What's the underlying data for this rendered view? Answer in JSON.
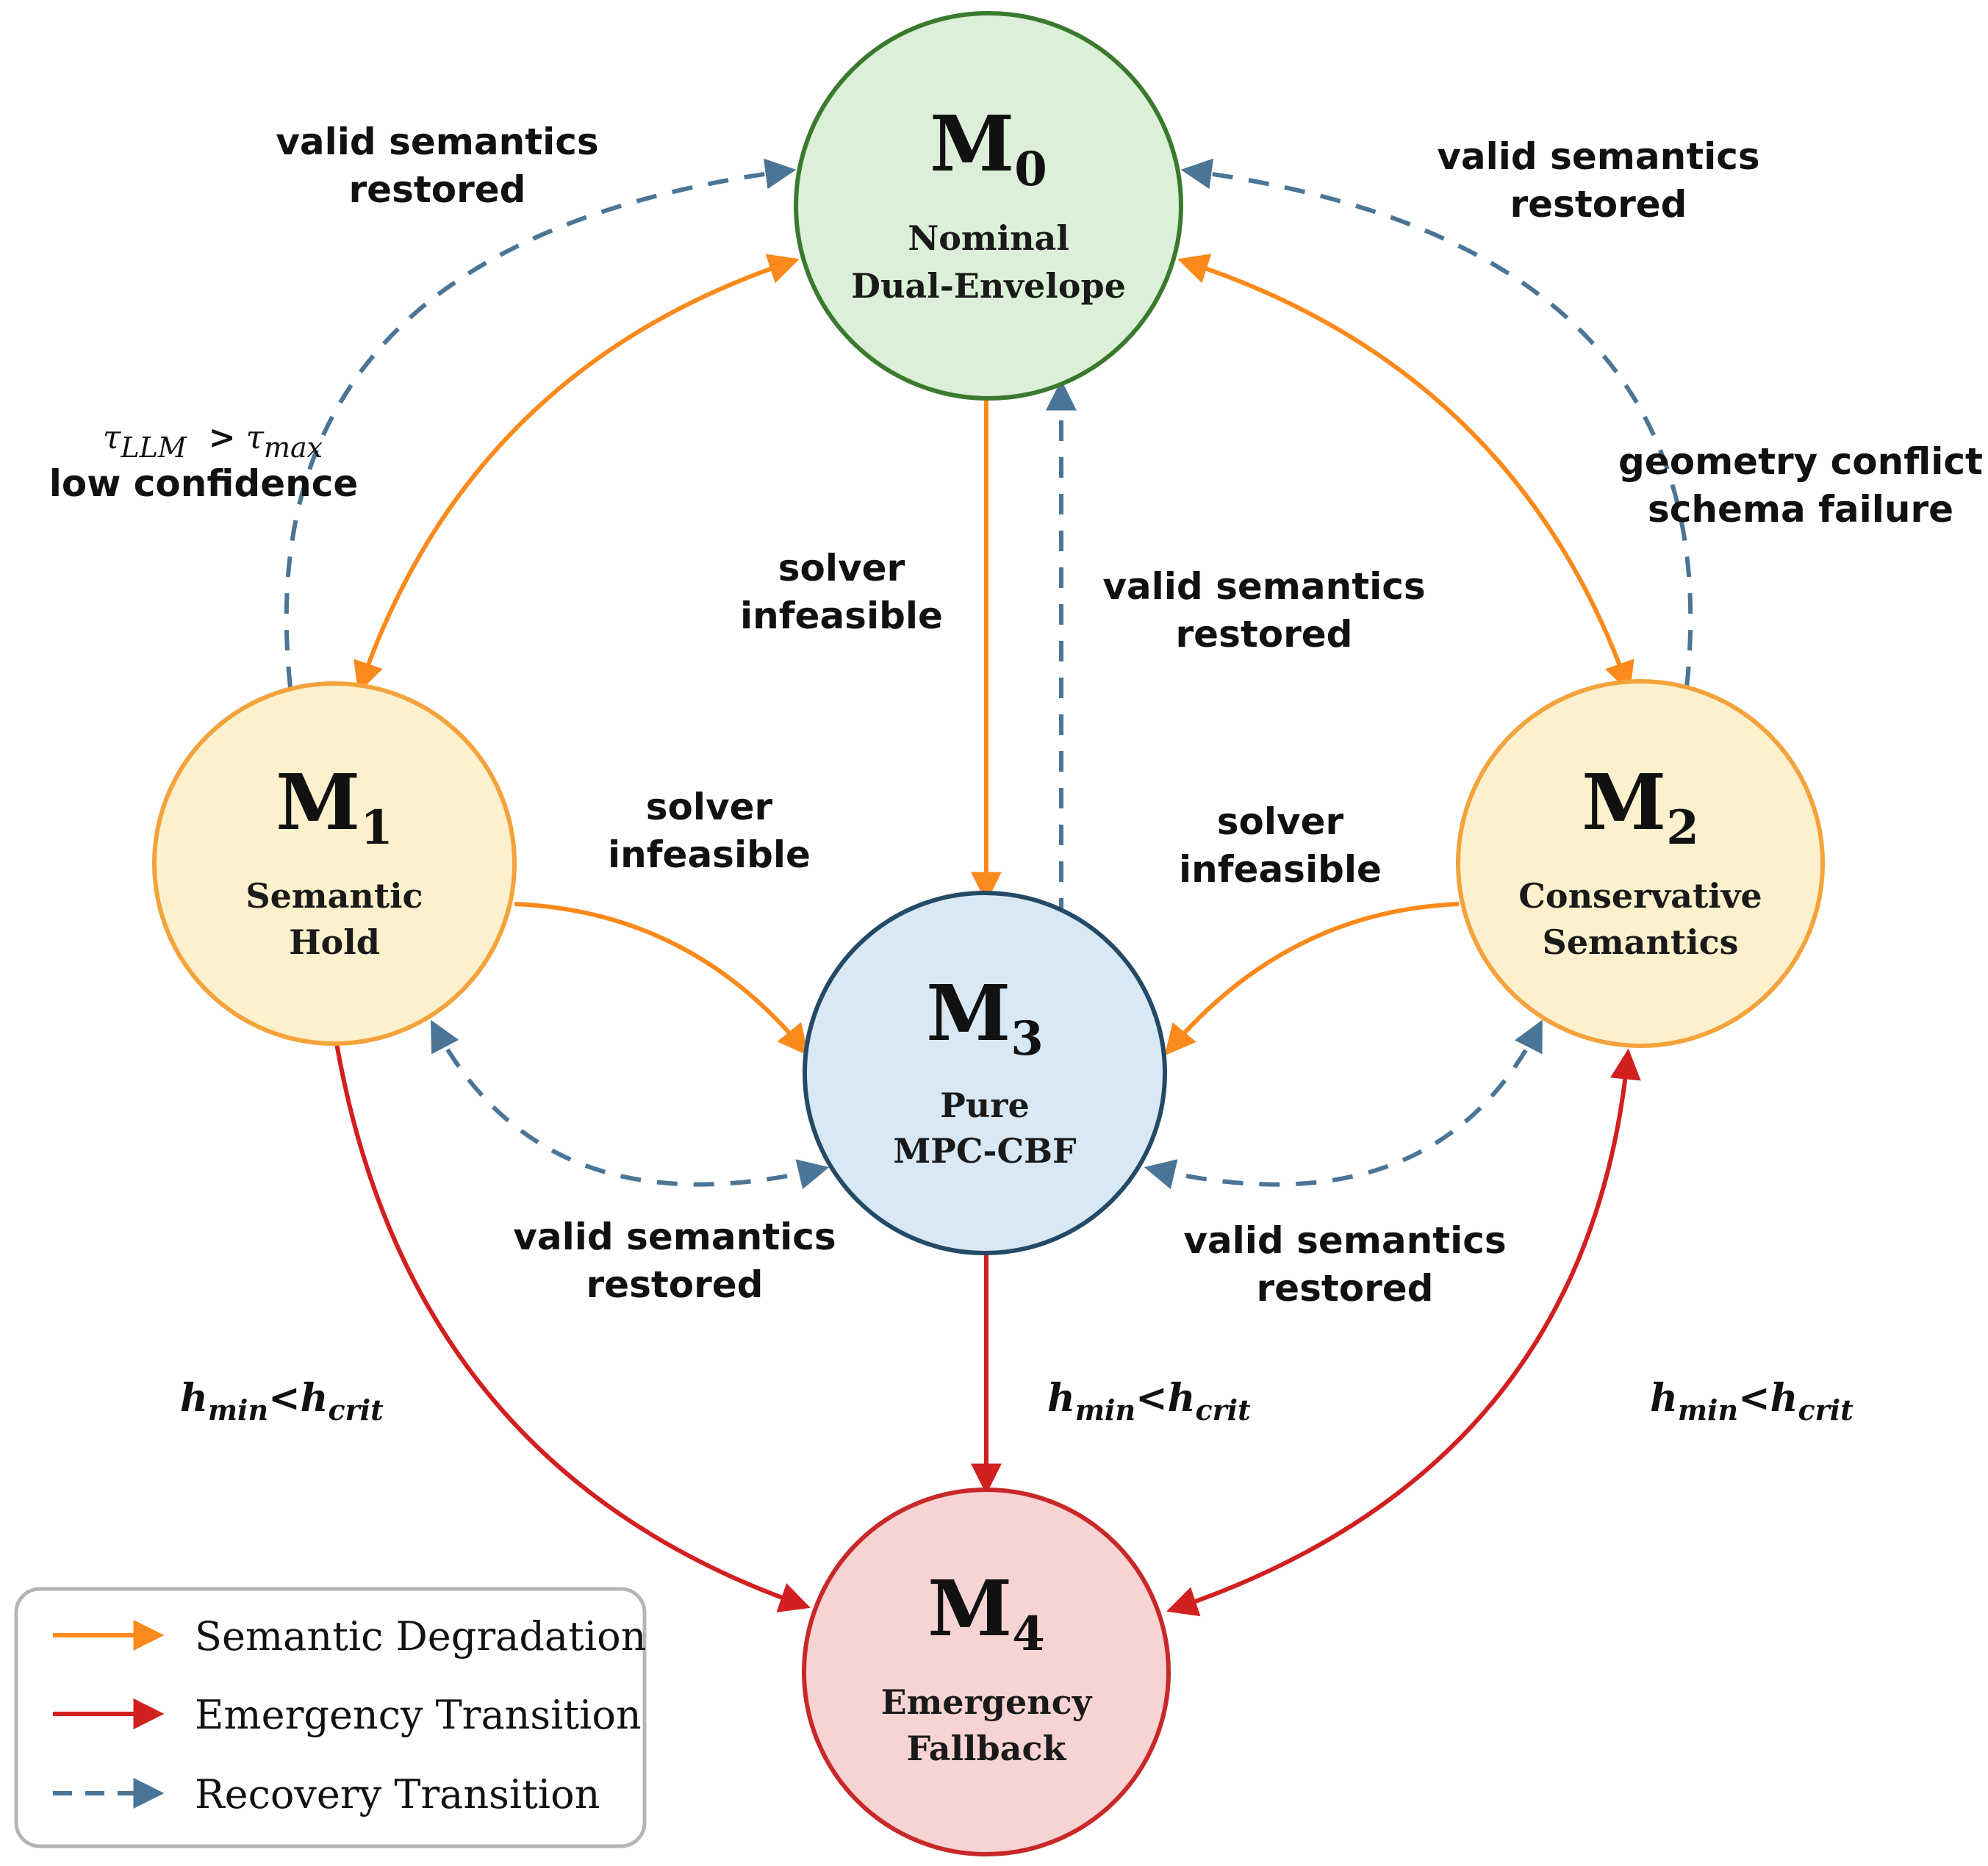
{
  "nodes": {
    "m0": {
      "letter": "M",
      "index": "0",
      "line1": "Nominal",
      "line2": "Dual-Envelope",
      "fill": "#dcefd8",
      "stroke": "#3a7a2e"
    },
    "m1": {
      "letter": "M",
      "index": "1",
      "line1": "Semantic",
      "line2": "Hold",
      "fill": "#fdf0cc",
      "stroke": "#f4a33c"
    },
    "m2": {
      "letter": "M",
      "index": "2",
      "line1": "Conservative",
      "line2": "Semantics",
      "fill": "#fdf0cc",
      "stroke": "#f4a33c"
    },
    "m3": {
      "letter": "M",
      "index": "3",
      "line1": "Pure",
      "line2": "MPC-CBF",
      "fill": "#d9e8f5",
      "stroke": "#234a66"
    },
    "m4": {
      "letter": "M",
      "index": "4",
      "line1": "Emergency",
      "line2": "Fallback",
      "fill": "#f8d3d3",
      "stroke": "#c82828"
    }
  },
  "labels": {
    "restored_top_left": {
      "line1": "valid semantics",
      "line2": "restored"
    },
    "restored_top_right": {
      "line1": "valid semantics",
      "line2": "restored"
    },
    "restored_center": {
      "line1": "valid semantics",
      "line2": "restored"
    },
    "restored_bottom_left": {
      "line1": "valid semantics",
      "line2": "restored"
    },
    "restored_bottom_right": {
      "line1": "valid semantics",
      "line2": "restored"
    },
    "infeasible_center": {
      "line1": "solver",
      "line2": "infeasible"
    },
    "infeasible_left": {
      "line1": "solver",
      "line2": "infeasible"
    },
    "infeasible_right": {
      "line1": "solver",
      "line2": "infeasible"
    },
    "low_confidence": {
      "tau": "τ",
      "tau_sub": "LLM",
      "gt": ">",
      "tau2": "τ",
      "tau2_sub": "max",
      "text": "low confidence"
    },
    "geometry": {
      "line1": "geometry conflict",
      "line2": "schema failure"
    },
    "hmin_left": {
      "h1": "h",
      "sub1": "min",
      "lt": "<",
      "h2": "h",
      "sub2": "crit"
    },
    "hmin_center": {
      "h1": "h",
      "sub1": "min",
      "lt": "<",
      "h2": "h",
      "sub2": "crit"
    },
    "hmin_right": {
      "h1": "h",
      "sub1": "min",
      "lt": "<",
      "h2": "h",
      "sub2": "crit"
    }
  },
  "legend": {
    "items": [
      {
        "label": "Semantic Degradation",
        "color": "#fa8a1c",
        "style": "solid"
      },
      {
        "label": "Emergency Transition",
        "color": "#d21f1f",
        "style": "solid"
      },
      {
        "label": "Recovery Transition",
        "color": "#4a7596",
        "style": "dashed"
      }
    ]
  }
}
